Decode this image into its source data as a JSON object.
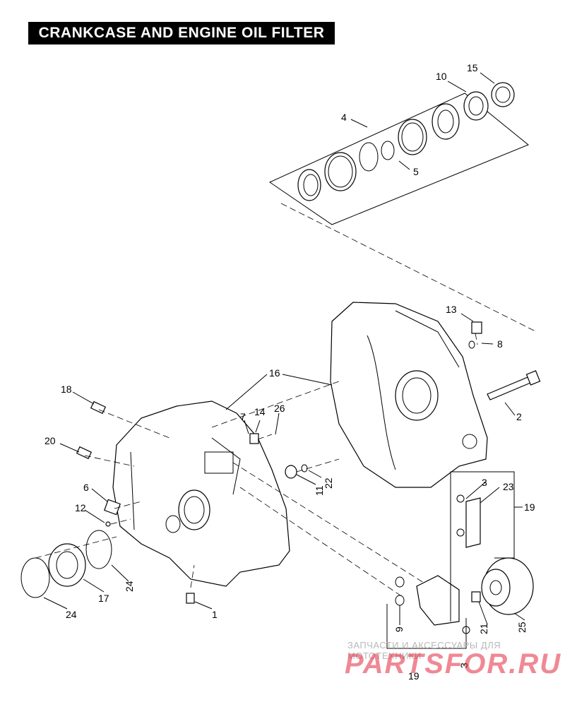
{
  "title": "CRANKCASE AND ENGINE OIL FILTER",
  "callouts": [
    "1",
    "2",
    "3",
    "4",
    "5",
    "6",
    "7",
    "8",
    "9",
    "10",
    "11",
    "12",
    "13",
    "14",
    "15",
    "16",
    "17",
    "18",
    "19",
    "20",
    "21",
    "22",
    "23",
    "24",
    "25",
    "26"
  ],
  "watermark": {
    "tagline": "ЗАПЧАСТИ И АКСЕССУАРЫ ДЛЯ МОТОТЕХНИКИ",
    "logo": "PARTSFOR.RU"
  }
}
